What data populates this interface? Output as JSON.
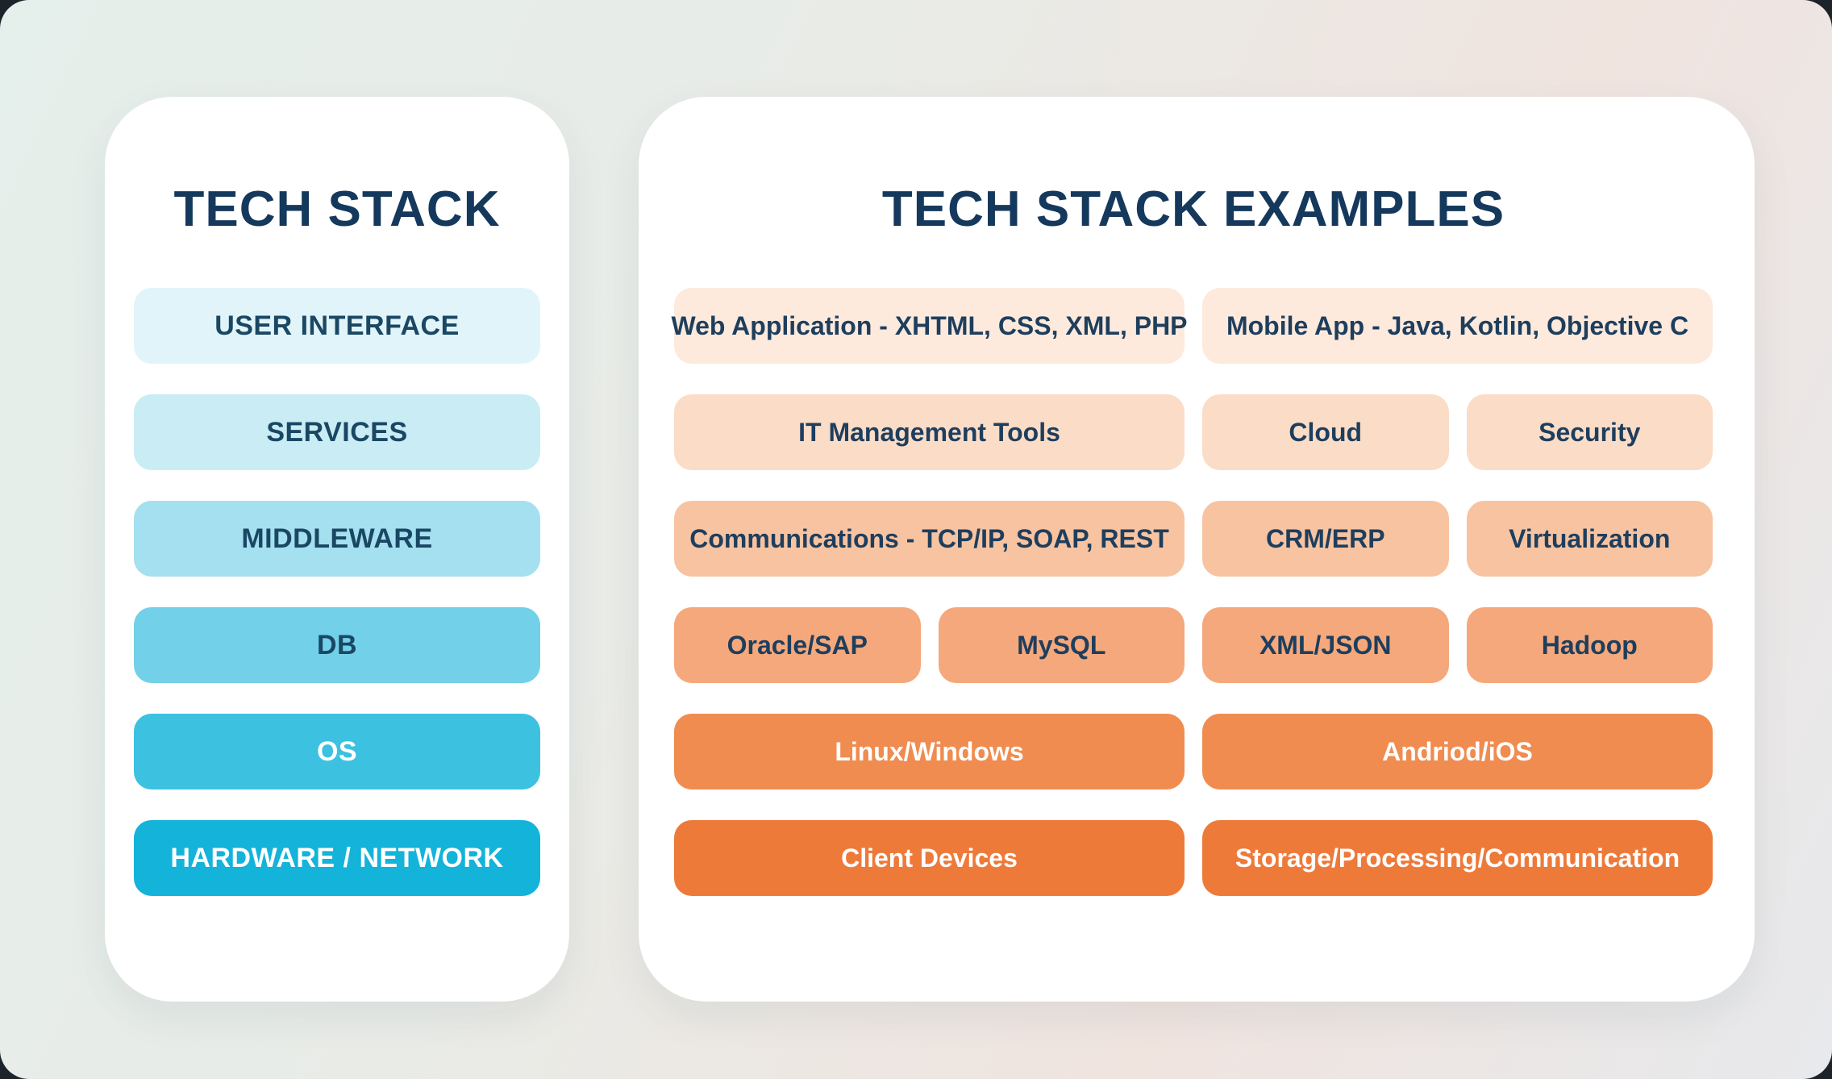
{
  "left_panel": {
    "title": "TECH STACK",
    "layers": [
      {
        "label": "USER INTERFACE"
      },
      {
        "label": "SERVICES"
      },
      {
        "label": "MIDDLEWARE"
      },
      {
        "label": "DB"
      },
      {
        "label": "OS"
      },
      {
        "label": "HARDWARE / NETWORK"
      }
    ]
  },
  "right_panel": {
    "title": "TECH STACK EXAMPLES",
    "rows": [
      {
        "items": [
          "Web Application - XHTML, CSS, XML, PHP",
          "Mobile App - Java, Kotlin, Objective C"
        ]
      },
      {
        "items": [
          "IT Management Tools",
          "Cloud",
          "Security"
        ]
      },
      {
        "items": [
          "Communications - TCP/IP, SOAP, REST",
          "CRM/ERP",
          "Virtualization"
        ]
      },
      {
        "items": [
          "Oracle/SAP",
          "MySQL",
          "XML/JSON",
          "Hadoop"
        ]
      },
      {
        "items": [
          "Linux/Windows",
          "Andriod/iOS"
        ]
      },
      {
        "items": [
          "Client Devices",
          "Storage/Processing/Communication"
        ]
      }
    ]
  },
  "colors": {
    "title_text": "#15395c",
    "box_text_dark": "#1e3e5d",
    "box_text_light": "#ffffff",
    "stack_layers": [
      "#e1f4f9",
      "#c9ecf5",
      "#a4e0ef",
      "#72d1e8",
      "#3cc1e1",
      "#13b3da"
    ],
    "example_rows": [
      "#fdeadd",
      "#fbdcc7",
      "#f8c3a1",
      "#f5a87b",
      "#f08c50",
      "#ee7a3a"
    ],
    "card_background": "#ffffff",
    "page_gradient": [
      "#e5efeb",
      "#f0e4df",
      "#e7e9ec"
    ]
  }
}
